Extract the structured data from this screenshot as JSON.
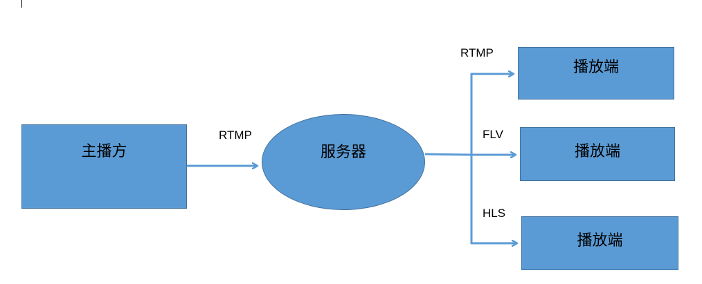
{
  "nodes": {
    "source": {
      "label": "主播方"
    },
    "server": {
      "label": "服务器"
    },
    "players": [
      {
        "label": "播放端",
        "protocol": "RTMP"
      },
      {
        "label": "播放端",
        "protocol": "FLV"
      },
      {
        "label": "播放端",
        "protocol": "HLS"
      }
    ]
  },
  "edges": {
    "ingest_protocol": "RTMP"
  },
  "colors": {
    "fill": "#5b9bd5",
    "stroke": "#41719c",
    "arrow": "#5b9bd5"
  }
}
